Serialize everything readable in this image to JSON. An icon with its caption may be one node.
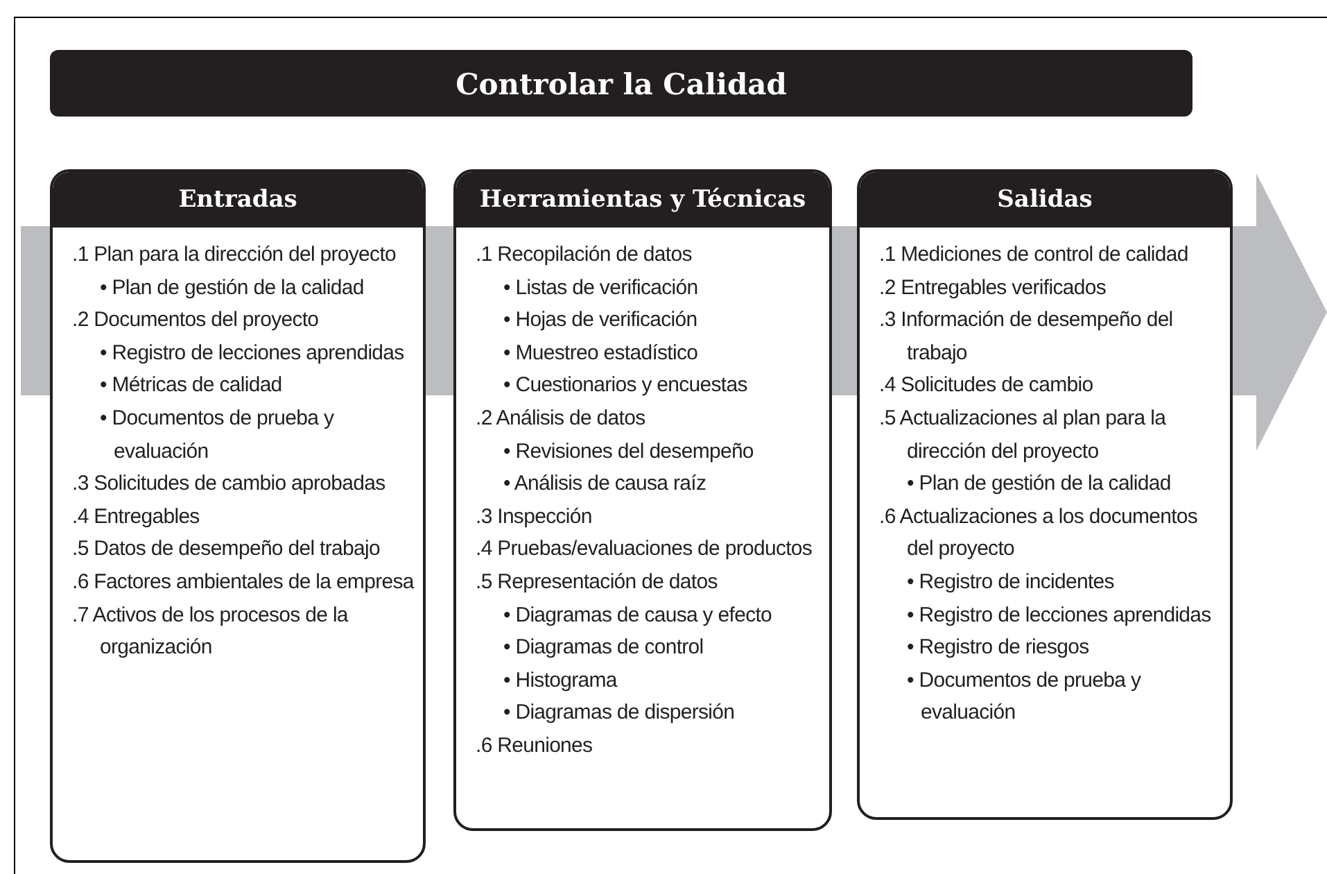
{
  "diagram": {
    "title": "Controlar la Calidad",
    "nodes": [
      {
        "text": [
          "Entradas",
          ".1 Plan para la dirección del proyecto",
          "• Plan de gestión de la calidad",
          ".2 Documentos del proyecto",
          "• Registro de lecciones aprendidas",
          "• Métricas de calidad",
          "• Documentos de prueba y evaluación",
          ".3 Solicitudes de cambio aprobadas",
          ".4 Entregables",
          ".5 Datos de desempeño del trabajo",
          ".6 Factores ambientales de la empresa",
          ".7 Activos de los procesos de la organización"
        ]
      },
      {
        "text": [
          "Herramientas y Técnicas",
          ".1 Recopilación de datos",
          "• Listas de verificación",
          "• Hojas de verificación",
          "• Muestreo estadístico",
          "• Cuestionarios y encuestas",
          ".2 Análisis de datos",
          "• Revisiones del desempeño",
          "• Análisis de causa raíz",
          ".3 Inspección",
          ".4 Pruebas/evaluaciones de productos",
          ".5 Representación de datos",
          "• Diagramas de causa y efecto",
          "• Diagramas de control",
          "• Histograma",
          "• Diagramas de dispersión",
          ".6 Reuniones"
        ]
      },
      {
        "text": [
          "Salidas",
          ".1 Mediciones de control de calidad",
          ".2 Entregables verificados",
          ".3 Información de desempeño del trabajo",
          ".4 Solicitudes de cambio",
          ".5 Actualizaciones al plan para la dirección del proyecto",
          "• Plan de gestión de la calidad",
          ".6 Actualizaciones a los documentos del proyecto",
          "• Registro de incidentes",
          "• Registro de lecciones aprendidas",
          "• Registro de riesgos",
          "• Documentos de prueba y evaluación"
        ]
      }
    ]
  }
}
